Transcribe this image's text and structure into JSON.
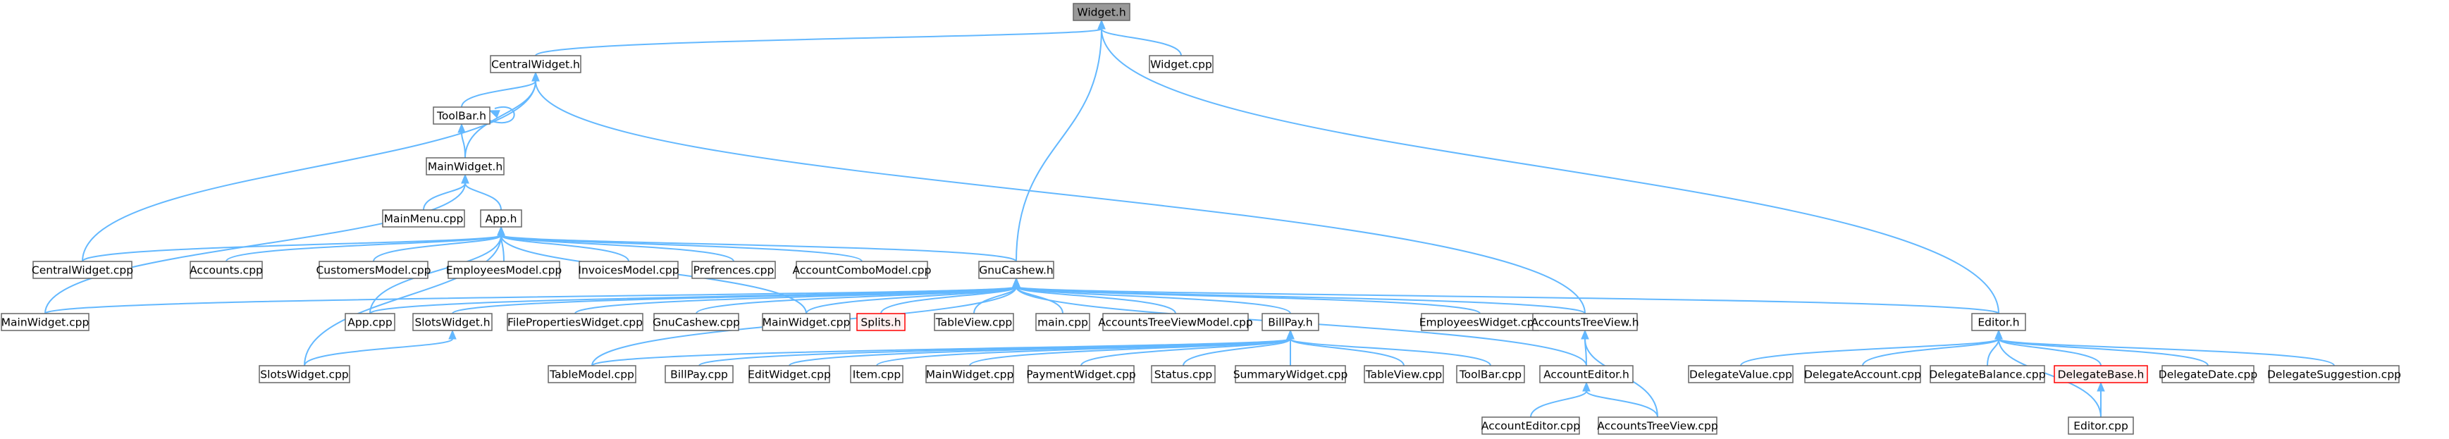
{
  "colors": {
    "edge": "#63b8ff",
    "node_border": "#666666",
    "node_fill": "#ffffff",
    "root_fill": "#999999",
    "missing_border": "#ff0000",
    "missing_fill": "#fff0f0"
  },
  "nodes": [
    {
      "id": "widget_h",
      "label": "Widget.h",
      "style": "root"
    },
    {
      "id": "centralwidget_h",
      "label": "CentralWidget.h"
    },
    {
      "id": "widget_cpp",
      "label": "Widget.cpp"
    },
    {
      "id": "toolbar_h",
      "label": "ToolBar.h"
    },
    {
      "id": "mainwidget_h",
      "label": "MainWidget.h"
    },
    {
      "id": "mainmenu_cpp",
      "label": "MainMenu.cpp"
    },
    {
      "id": "app_h",
      "label": "App.h"
    },
    {
      "id": "centralwidget_cpp",
      "label": "CentralWidget.cpp"
    },
    {
      "id": "accounts_cpp",
      "label": "Accounts.cpp"
    },
    {
      "id": "customersmodel_cpp",
      "label": "CustomersModel.cpp"
    },
    {
      "id": "employeesmodel_cpp",
      "label": "EmployeesModel.cpp"
    },
    {
      "id": "invoicesmodel_cpp",
      "label": "InvoicesModel.cpp"
    },
    {
      "id": "prefrences_cpp",
      "label": "Prefrences.cpp"
    },
    {
      "id": "accountcombomodel_cpp",
      "label": "AccountComboModel.cpp"
    },
    {
      "id": "gnucashew_h",
      "label": "GnuCashew.h"
    },
    {
      "id": "mainwidget_cpp_a",
      "label": "MainWidget.cpp"
    },
    {
      "id": "app_cpp",
      "label": "App.cpp"
    },
    {
      "id": "slotswidget_h",
      "label": "SlotsWidget.h"
    },
    {
      "id": "filepropertieswidget_cpp",
      "label": "FilePropertiesWidget.cpp"
    },
    {
      "id": "gnucashew_cpp",
      "label": "GnuCashew.cpp"
    },
    {
      "id": "mainwidget_cpp_b",
      "label": "MainWidget.cpp"
    },
    {
      "id": "splits_h",
      "label": "Splits.h",
      "style": "missing"
    },
    {
      "id": "tableview_cpp_a",
      "label": "TableView.cpp"
    },
    {
      "id": "main_cpp",
      "label": "main.cpp"
    },
    {
      "id": "accountstreeviewmodel_cpp",
      "label": "AccountsTreeViewModel.cpp"
    },
    {
      "id": "billpay_h",
      "label": "BillPay.h"
    },
    {
      "id": "employeeswidget_cpp",
      "label": "EmployeesWidget.cpp"
    },
    {
      "id": "accountstreeview_h",
      "label": "AccountsTreeView.h"
    },
    {
      "id": "editor_h",
      "label": "Editor.h"
    },
    {
      "id": "slotswidget_cpp",
      "label": "SlotsWidget.cpp"
    },
    {
      "id": "tablemodel_cpp",
      "label": "TableModel.cpp"
    },
    {
      "id": "billpay_cpp",
      "label": "BillPay.cpp"
    },
    {
      "id": "editwidget_cpp",
      "label": "EditWidget.cpp"
    },
    {
      "id": "item_cpp",
      "label": "Item.cpp"
    },
    {
      "id": "mainwidget_cpp_c",
      "label": "MainWidget.cpp"
    },
    {
      "id": "paymentwidget_cpp",
      "label": "PaymentWidget.cpp"
    },
    {
      "id": "status_cpp",
      "label": "Status.cpp"
    },
    {
      "id": "summarywidget_cpp",
      "label": "SummaryWidget.cpp"
    },
    {
      "id": "tableview_cpp_b",
      "label": "TableView.cpp"
    },
    {
      "id": "toolbar_cpp",
      "label": "ToolBar.cpp"
    },
    {
      "id": "accounteditor_h",
      "label": "AccountEditor.h"
    },
    {
      "id": "accounteditor_cpp",
      "label": "AccountEditor.cpp"
    },
    {
      "id": "accountstreeview_cpp",
      "label": "AccountsTreeView.cpp"
    },
    {
      "id": "delegatevalue_cpp",
      "label": "DelegateValue.cpp"
    },
    {
      "id": "delegateaccount_cpp",
      "label": "DelegateAccount.cpp"
    },
    {
      "id": "delegatebalance_cpp",
      "label": "DelegateBalance.cpp"
    },
    {
      "id": "delegatebase_h",
      "label": "DelegateBase.h",
      "style": "missing"
    },
    {
      "id": "delegatedate_cpp",
      "label": "DelegateDate.cpp"
    },
    {
      "id": "delegatesuggestion_cpp",
      "label": "DelegateSuggestion.cpp"
    },
    {
      "id": "editor_cpp",
      "label": "Editor.cpp"
    }
  ],
  "edges": [
    [
      "widget_h",
      "centralwidget_h"
    ],
    [
      "widget_h",
      "widget_cpp"
    ],
    [
      "widget_h",
      "gnucashew_h"
    ],
    [
      "widget_h",
      "editor_h"
    ],
    [
      "centralwidget_h",
      "toolbar_h"
    ],
    [
      "centralwidget_h",
      "mainwidget_h"
    ],
    [
      "centralwidget_h",
      "centralwidget_cpp"
    ],
    [
      "centralwidget_h",
      "accountstreeview_h"
    ],
    [
      "toolbar_h",
      "toolbar_h"
    ],
    [
      "toolbar_h",
      "mainwidget_h"
    ],
    [
      "mainwidget_h",
      "mainmenu_cpp"
    ],
    [
      "mainwidget_h",
      "app_h"
    ],
    [
      "mainwidget_h",
      "mainwidget_cpp_a"
    ],
    [
      "app_h",
      "centralwidget_cpp"
    ],
    [
      "app_h",
      "accounts_cpp"
    ],
    [
      "app_h",
      "customersmodel_cpp"
    ],
    [
      "app_h",
      "employeesmodel_cpp"
    ],
    [
      "app_h",
      "invoicesmodel_cpp"
    ],
    [
      "app_h",
      "prefrences_cpp"
    ],
    [
      "app_h",
      "accountcombomodel_cpp"
    ],
    [
      "app_h",
      "gnucashew_h"
    ],
    [
      "app_h",
      "app_cpp"
    ],
    [
      "app_h",
      "slotswidget_cpp"
    ],
    [
      "app_h",
      "mainwidget_cpp_b"
    ],
    [
      "gnucashew_h",
      "mainwidget_cpp_a"
    ],
    [
      "gnucashew_h",
      "app_cpp"
    ],
    [
      "gnucashew_h",
      "slotswidget_h"
    ],
    [
      "gnucashew_h",
      "filepropertieswidget_cpp"
    ],
    [
      "gnucashew_h",
      "gnucashew_cpp"
    ],
    [
      "gnucashew_h",
      "mainwidget_cpp_b"
    ],
    [
      "gnucashew_h",
      "splits_h"
    ],
    [
      "gnucashew_h",
      "tableview_cpp_a"
    ],
    [
      "gnucashew_h",
      "main_cpp"
    ],
    [
      "gnucashew_h",
      "accountstreeviewmodel_cpp"
    ],
    [
      "gnucashew_h",
      "billpay_h"
    ],
    [
      "gnucashew_h",
      "employeeswidget_cpp"
    ],
    [
      "gnucashew_h",
      "accountstreeview_h"
    ],
    [
      "gnucashew_h",
      "editor_h"
    ],
    [
      "gnucashew_h",
      "tablemodel_cpp"
    ],
    [
      "gnucashew_h",
      "accounteditor_h"
    ],
    [
      "slotswidget_h",
      "slotswidget_cpp"
    ],
    [
      "billpay_h",
      "tablemodel_cpp"
    ],
    [
      "billpay_h",
      "billpay_cpp"
    ],
    [
      "billpay_h",
      "editwidget_cpp"
    ],
    [
      "billpay_h",
      "item_cpp"
    ],
    [
      "billpay_h",
      "mainwidget_cpp_c"
    ],
    [
      "billpay_h",
      "paymentwidget_cpp"
    ],
    [
      "billpay_h",
      "status_cpp"
    ],
    [
      "billpay_h",
      "summarywidget_cpp"
    ],
    [
      "billpay_h",
      "tableview_cpp_b"
    ],
    [
      "billpay_h",
      "toolbar_cpp"
    ],
    [
      "accountstreeview_h",
      "accounteditor_h"
    ],
    [
      "accountstreeview_h",
      "accountstreeview_cpp"
    ],
    [
      "accounteditor_h",
      "accounteditor_cpp"
    ],
    [
      "accounteditor_h",
      "accountstreeview_cpp"
    ],
    [
      "editor_h",
      "delegatevalue_cpp"
    ],
    [
      "editor_h",
      "delegateaccount_cpp"
    ],
    [
      "editor_h",
      "delegatebalance_cpp"
    ],
    [
      "editor_h",
      "delegatebase_h"
    ],
    [
      "editor_h",
      "delegatedate_cpp"
    ],
    [
      "editor_h",
      "delegatesuggestion_cpp"
    ],
    [
      "editor_h",
      "editor_cpp"
    ],
    [
      "delegatebase_h",
      "editor_cpp"
    ]
  ]
}
